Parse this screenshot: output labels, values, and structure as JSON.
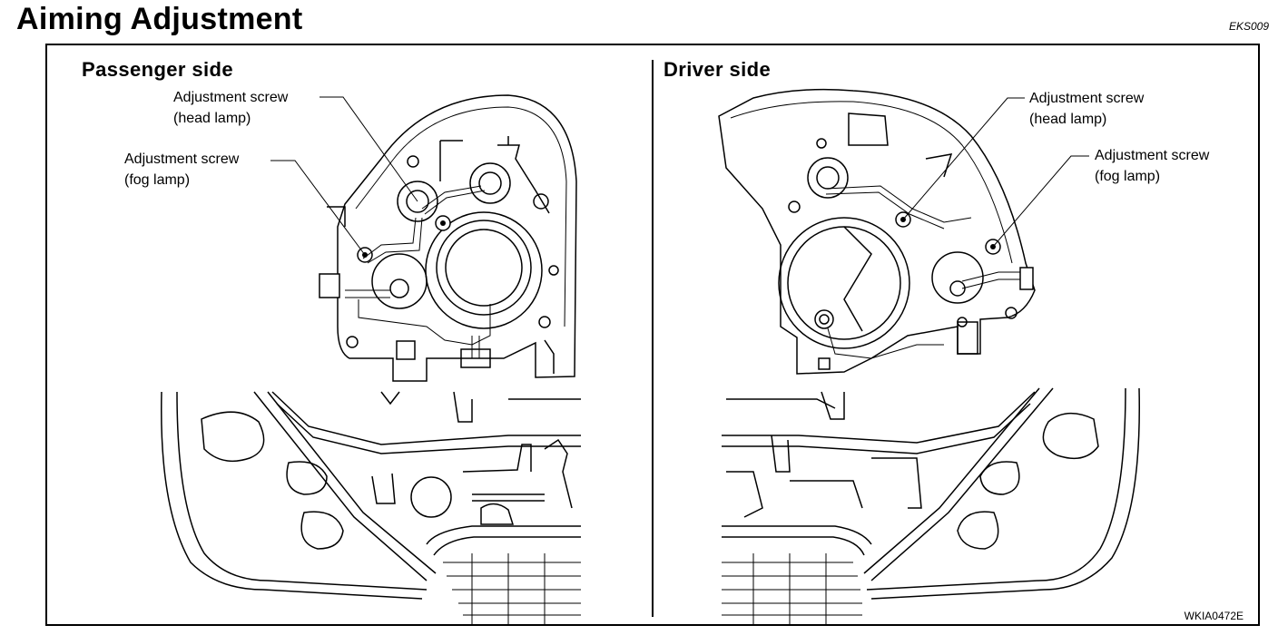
{
  "header": {
    "title": "Aiming Adjustment",
    "code": "EKS009"
  },
  "sections": {
    "passenger": {
      "heading": "Passenger side",
      "head_lamp_label": [
        "Adjustment screw",
        "(head lamp)"
      ],
      "fog_lamp_label": [
        "Adjustment screw",
        "(fog lamp)"
      ]
    },
    "driver": {
      "heading": "Driver side",
      "head_lamp_label": [
        "Adjustment screw",
        "(head lamp)"
      ],
      "fog_lamp_label": [
        "Adjustment screw",
        "(fog lamp)"
      ]
    }
  },
  "figure_ref": "WKIA0472E"
}
